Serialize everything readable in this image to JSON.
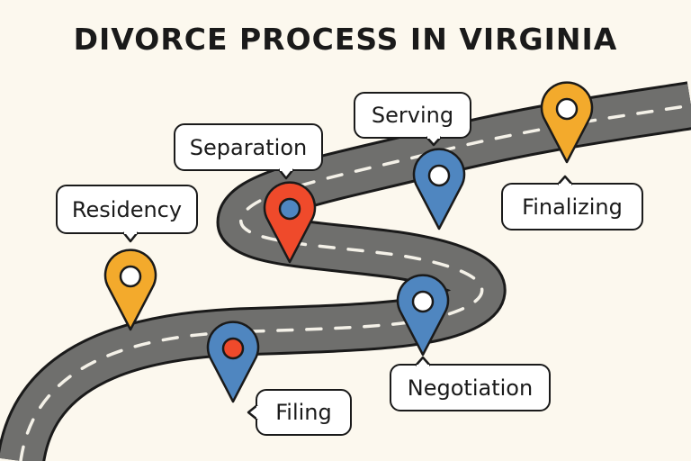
{
  "title": "DIVORCE PROCESS IN VIRGINIA",
  "colors": {
    "background": "#fcf8ee",
    "road": "#6f6f6d",
    "orange": "#f3aa2c",
    "red": "#ef4a2b",
    "blue": "#4f86c0"
  },
  "steps": [
    {
      "label": "Residency",
      "pin_color": "orange",
      "dot_color": "white"
    },
    {
      "label": "Separation",
      "pin_color": "red",
      "dot_color": "blue"
    },
    {
      "label": "Serving",
      "pin_color": "blue",
      "dot_color": "white"
    },
    {
      "label": "Finalizing",
      "pin_color": "orange",
      "dot_color": "white"
    },
    {
      "label": "Filing",
      "pin_color": "blue",
      "dot_color": "red"
    },
    {
      "label": "Negotiation",
      "pin_color": "blue",
      "dot_color": "white"
    }
  ]
}
